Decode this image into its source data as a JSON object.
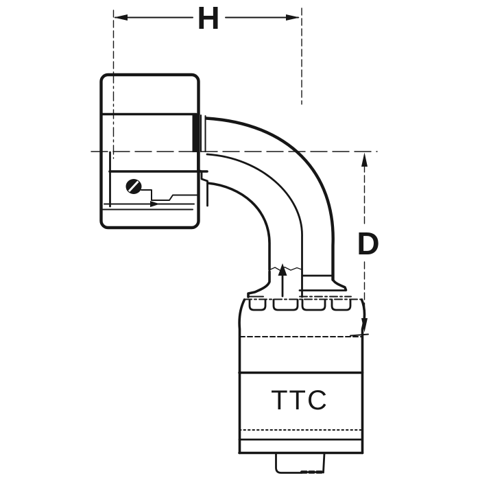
{
  "figure": {
    "kind": "technical-line-drawing",
    "subject": "90-degree elbow hose fitting with female swivel nut and crimp socket"
  },
  "labels": {
    "horizontal_dimension": "H",
    "vertical_dimension": "D",
    "body_marking": "TTC"
  },
  "colors": {
    "ink": "#161616",
    "background": "#ffffff"
  }
}
